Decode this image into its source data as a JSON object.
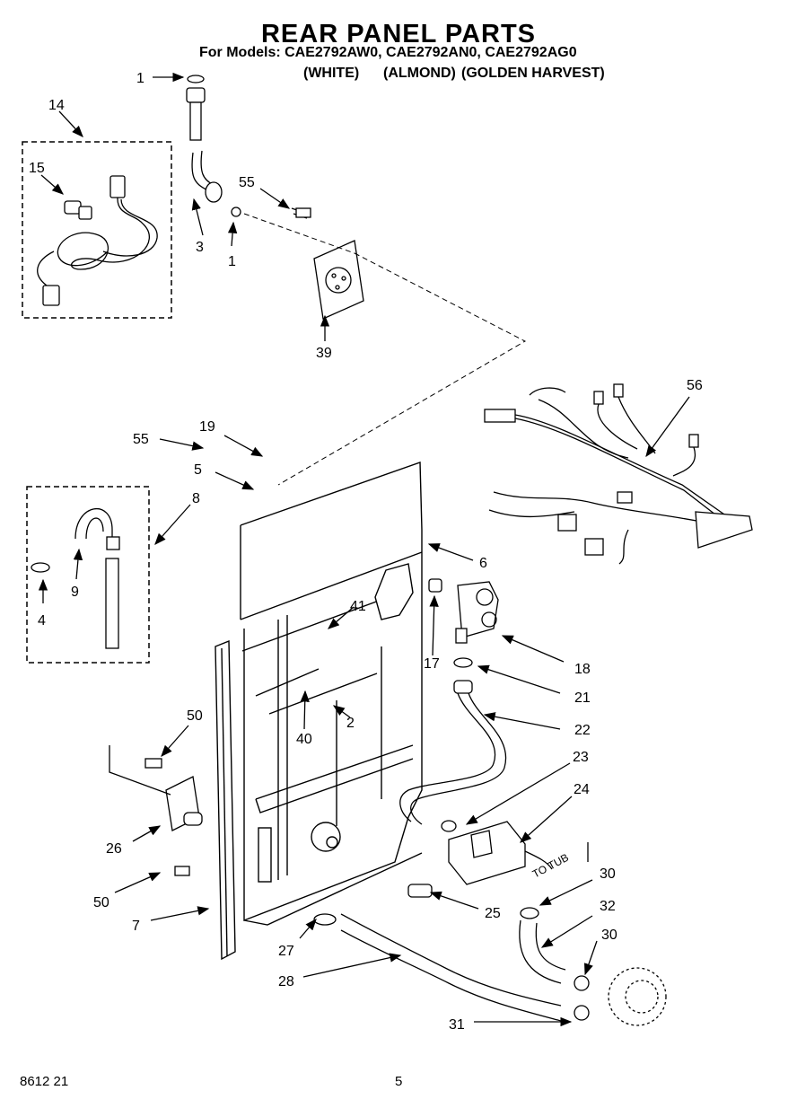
{
  "header": {
    "title": "REAR PANEL PARTS",
    "subtitle": "For Models: CAE2792AW0, CAE2792AN0, CAE2792AG0",
    "colors": [
      "(WHITE)",
      "(ALMOND)",
      "(GOLDEN HARVEST)"
    ]
  },
  "callouts": {
    "c1a": "1",
    "c14": "14",
    "c15": "15",
    "c3": "3",
    "c1b": "1",
    "c55a": "55",
    "c39": "39",
    "c56": "56",
    "c19": "19",
    "c55b": "55",
    "c5": "5",
    "c8": "8",
    "c9": "9",
    "c4": "4",
    "c6": "6",
    "c41": "41",
    "c17": "17",
    "c18": "18",
    "c21": "21",
    "c40": "40",
    "c2": "2",
    "c22": "22",
    "c50a": "50",
    "c23": "23",
    "c24": "24",
    "c26": "26",
    "c30a": "30",
    "c50b": "50",
    "c25": "25",
    "c32": "32",
    "c7": "7",
    "c27": "27",
    "c30b": "30",
    "c28": "28",
    "c31": "31"
  },
  "to_tub": "TO TUB",
  "footer": {
    "code": "8612 21",
    "page": "5"
  }
}
